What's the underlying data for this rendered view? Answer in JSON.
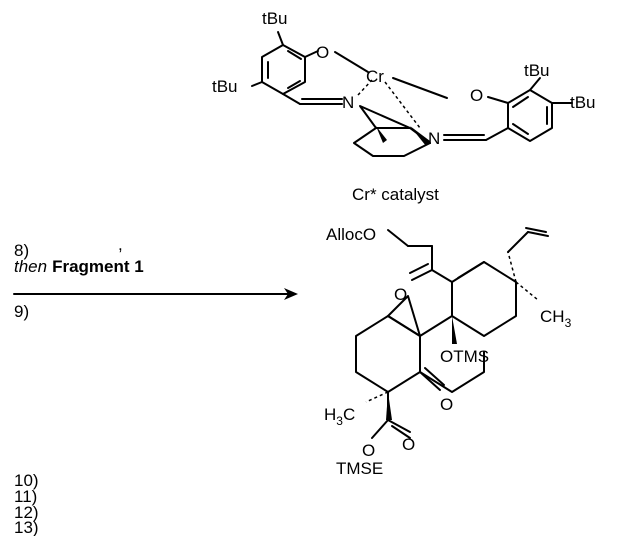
{
  "catalyst": {
    "caption": "Cr* catalyst",
    "metal": "Cr",
    "tbu_top": "tBu",
    "tbu_left": "tBu",
    "tbu_right_top": "tBu",
    "tbu_right": "tBu",
    "o_left": "O",
    "o_right": "O",
    "n_left": "N",
    "n_right": "N"
  },
  "steps": {
    "step8": "8)",
    "comma": ",",
    "then_word": "then",
    "fragment": "Fragment 1",
    "step9": "9)",
    "step10": "10)",
    "step11": "11)",
    "step12": "12)",
    "step13": "13)"
  },
  "product": {
    "alloc": "AllocO",
    "ketone_o": "O",
    "methyl": "CH",
    "methyl_sub": "3",
    "otms": "OTMS",
    "ring_ketone_o": "O",
    "h3c_h": "H",
    "h3c_sub": "3",
    "h3c_c": "C",
    "ester_o": "O",
    "ester_o_link": "O",
    "tmse": "TMSE"
  }
}
